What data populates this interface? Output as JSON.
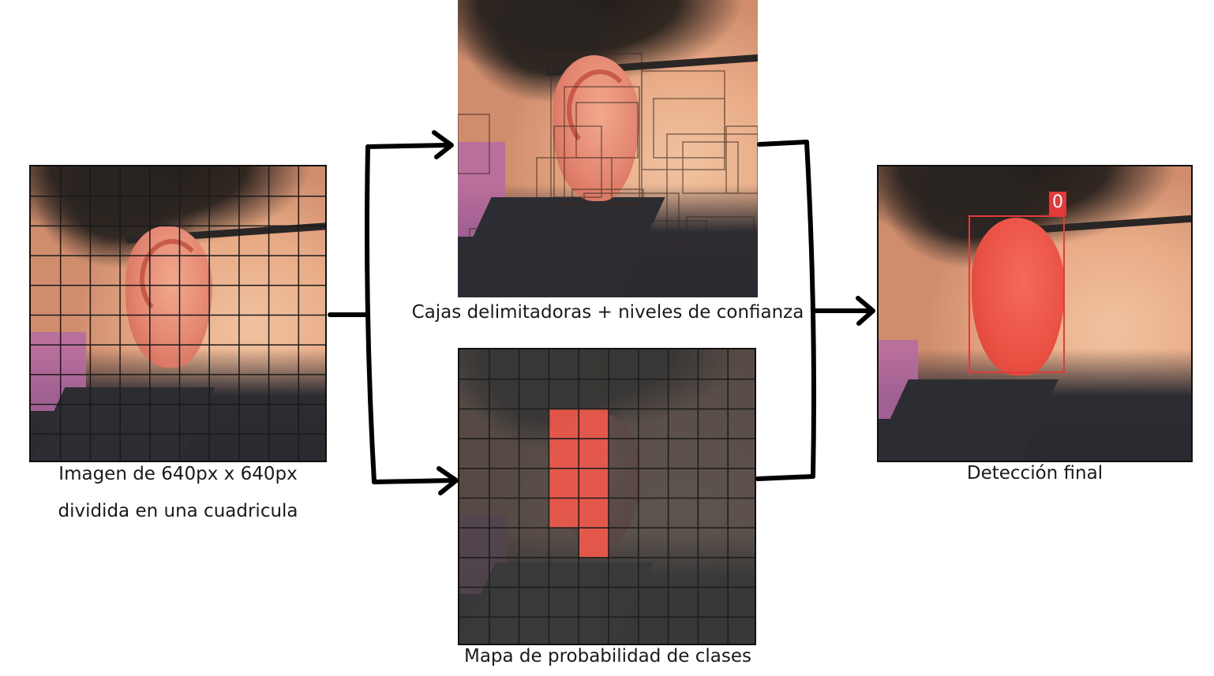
{
  "panels": {
    "input": {
      "caption_line1": "Imagen de 640px x 640px",
      "caption_line2": "dividida en una cuadricula",
      "grid_cells": 10
    },
    "boxes": {
      "caption": "Cajas delimitadoras + niveles de confianza"
    },
    "probability": {
      "caption": "Mapa de probabilidad de clases",
      "grid_cells": 10
    },
    "final": {
      "caption": "Detección final",
      "detection_label": "0"
    }
  },
  "colors": {
    "detection_red": "#e23a3a",
    "probability_highlight": "#f25a4b",
    "arrow": "#000000"
  }
}
